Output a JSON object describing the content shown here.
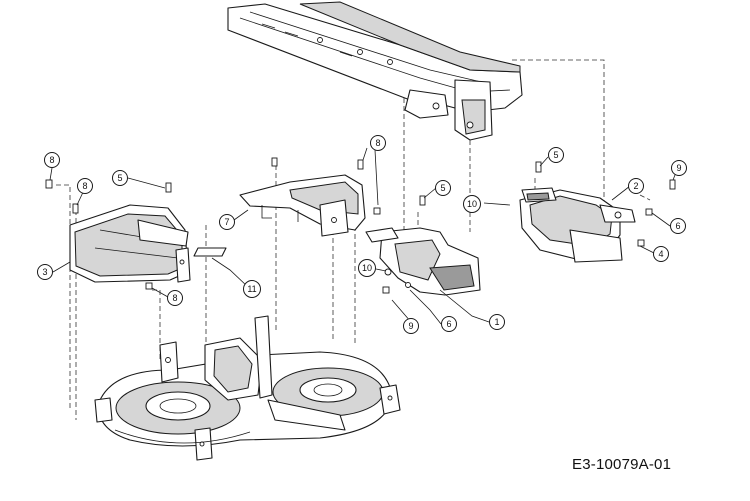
{
  "drawing_code": "E3-10079A-01",
  "callouts": [
    {
      "id": "c1",
      "label": "1"
    },
    {
      "id": "c2",
      "label": "2"
    },
    {
      "id": "c3",
      "label": "3"
    },
    {
      "id": "c4",
      "label": "4"
    },
    {
      "id": "c5a",
      "label": "5"
    },
    {
      "id": "c5b",
      "label": "5"
    },
    {
      "id": "c5c",
      "label": "5"
    },
    {
      "id": "c6a",
      "label": "6"
    },
    {
      "id": "c6b",
      "label": "6"
    },
    {
      "id": "c7",
      "label": "7"
    },
    {
      "id": "c8a",
      "label": "8"
    },
    {
      "id": "c8b",
      "label": "8"
    },
    {
      "id": "c8c",
      "label": "8"
    },
    {
      "id": "c8d",
      "label": "8"
    },
    {
      "id": "c9a",
      "label": "9"
    },
    {
      "id": "c9b",
      "label": "9"
    },
    {
      "id": "c10a",
      "label": "10"
    },
    {
      "id": "c10b",
      "label": "10"
    },
    {
      "id": "c11",
      "label": "11"
    }
  ]
}
